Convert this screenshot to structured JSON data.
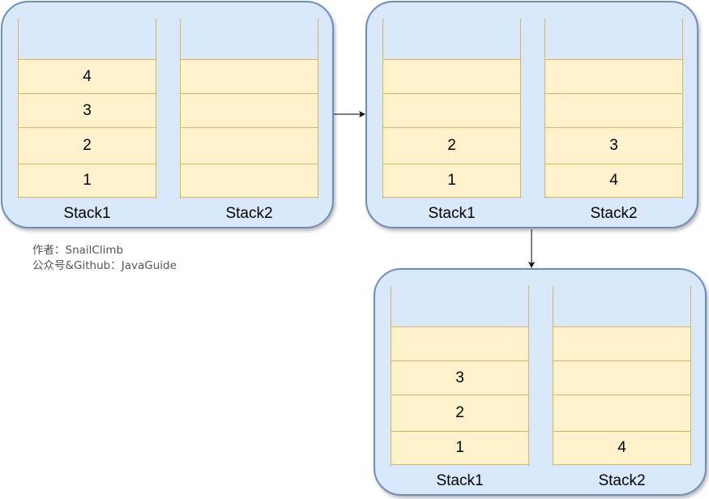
{
  "panels": [
    {
      "stack1": {
        "label": "Stack1",
        "cells": [
          "",
          "4",
          "3",
          "2",
          "1"
        ]
      },
      "stack2": {
        "label": "Stack2",
        "cells": [
          "",
          "",
          "",
          "",
          ""
        ]
      }
    },
    {
      "stack1": {
        "label": "Stack1",
        "cells": [
          "",
          "",
          "",
          "2",
          "1"
        ]
      },
      "stack2": {
        "label": "Stack2",
        "cells": [
          "",
          "",
          "",
          "3",
          "4"
        ]
      }
    },
    {
      "stack1": {
        "label": "Stack1",
        "cells": [
          "",
          "",
          "3",
          "2",
          "1"
        ]
      },
      "stack2": {
        "label": "Stack2",
        "cells": [
          "",
          "",
          "",
          "",
          "4"
        ]
      }
    }
  ],
  "notes": {
    "author": "作者：SnailClimb",
    "account": "公众号&Github：JavaGuide"
  },
  "colors": {
    "panel_fill": "#dae8fc",
    "panel_border": "#6c8ebf",
    "cell_fill": "#fff2cc",
    "cell_border": "#d6b656"
  }
}
